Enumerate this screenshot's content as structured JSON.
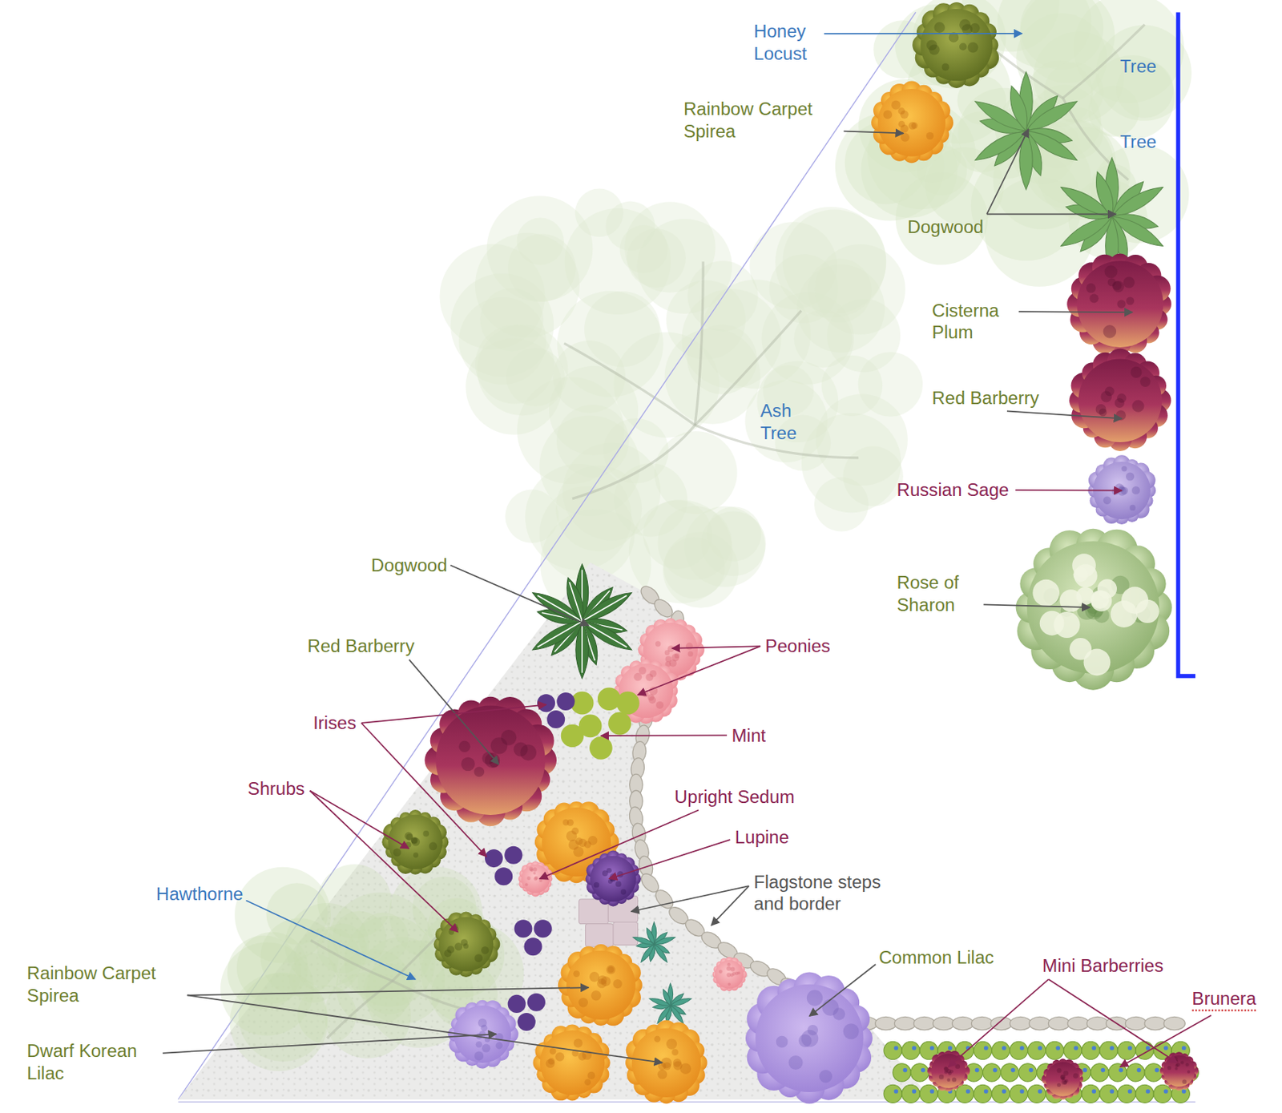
{
  "diagram": {
    "labels": [
      "Honey Locust",
      "Tree",
      "Rainbow Carpet Spirea",
      "Tree",
      "Dogwood",
      "Cisterna Plum",
      "Red Barberry",
      "Ash Tree",
      "Russian Sage",
      "Dogwood",
      "Rose of Sharon",
      "Red Barberry",
      "Peonies",
      "Irises",
      "Mint",
      "Shrubs",
      "Upright Sedum",
      "Lupine",
      "Flagstone steps and border",
      "Hawthorne",
      "Common Lilac",
      "Mini Barberries",
      "Rainbow Carpet Spirea",
      "Brunera",
      "Dwarf Korean Lilac"
    ]
  }
}
